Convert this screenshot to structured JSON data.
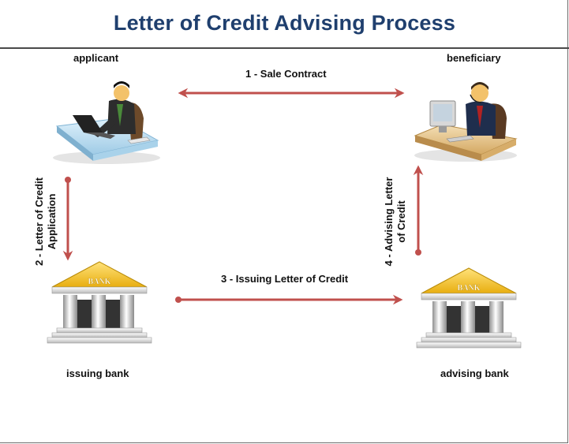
{
  "title": "Letter of Credit Advising Process",
  "nodes": {
    "applicant": "applicant",
    "beneficiary": "beneficiary",
    "issuing_bank": "issuing bank",
    "advising_bank": "advising bank"
  },
  "bank_sign": "BANK",
  "steps": {
    "sale_contract": "1 - Sale Contract",
    "application_line1": "2 - Letter of Credit",
    "application_line2": "Application",
    "issuing": "3 - Issuing Letter of Credit",
    "advising_line1": "4 - Advising Letter",
    "advising_line2": "of Credit"
  },
  "colors": {
    "title": "#1f3f6e",
    "arrow": "#c0504d",
    "bank_roof": "#f0c419"
  }
}
